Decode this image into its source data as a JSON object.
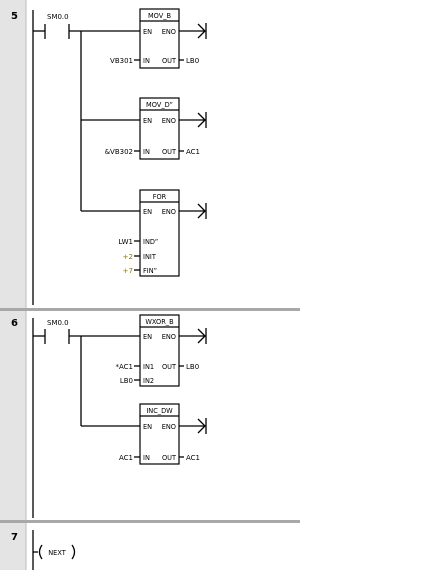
{
  "networks": [
    {
      "number": "5",
      "contact": "SM0.0",
      "blocks": [
        {
          "title": "MOV_B",
          "en": "EN",
          "eno": "ENO",
          "inputs": [
            {
              "pin": "IN",
              "operand": "VB301"
            }
          ],
          "outputs": [
            {
              "pin": "OUT",
              "operand": "LB0"
            }
          ]
        },
        {
          "title": "MOV_D”",
          "en": "EN",
          "eno": "ENO",
          "inputs": [
            {
              "pin": "IN",
              "operand": "&VB302"
            }
          ],
          "outputs": [
            {
              "pin": "OUT",
              "operand": "AC1"
            }
          ]
        },
        {
          "title": "FOR",
          "en": "EN",
          "eno": "ENO",
          "inputs": [
            {
              "pin": "IND”",
              "operand": "LW1"
            },
            {
              "pin": "INIT",
              "operand": "+2"
            },
            {
              "pin": "FIN”",
              "operand": "+7"
            }
          ],
          "outputs": []
        }
      ]
    },
    {
      "number": "6",
      "contact": "SM0.0",
      "blocks": [
        {
          "title": "WXOR_B",
          "en": "EN",
          "eno": "ENO",
          "inputs": [
            {
              "pin": "IN1",
              "operand": "*AC1"
            },
            {
              "pin": "IN2",
              "operand": "LB0"
            }
          ],
          "outputs": [
            {
              "pin": "OUT",
              "operand": "LB0"
            }
          ]
        },
        {
          "title": "INC_DW",
          "en": "EN",
          "eno": "ENO",
          "inputs": [
            {
              "pin": "IN",
              "operand": "AC1"
            }
          ],
          "outputs": [
            {
              "pin": "OUT",
              "operand": "AC1"
            }
          ]
        }
      ]
    },
    {
      "number": "7",
      "coil": "NEXT"
    }
  ],
  "colors": {
    "constant_operand": "#8a7a00",
    "margin": "#e4e4e4",
    "divider": "#a8a8a8"
  }
}
